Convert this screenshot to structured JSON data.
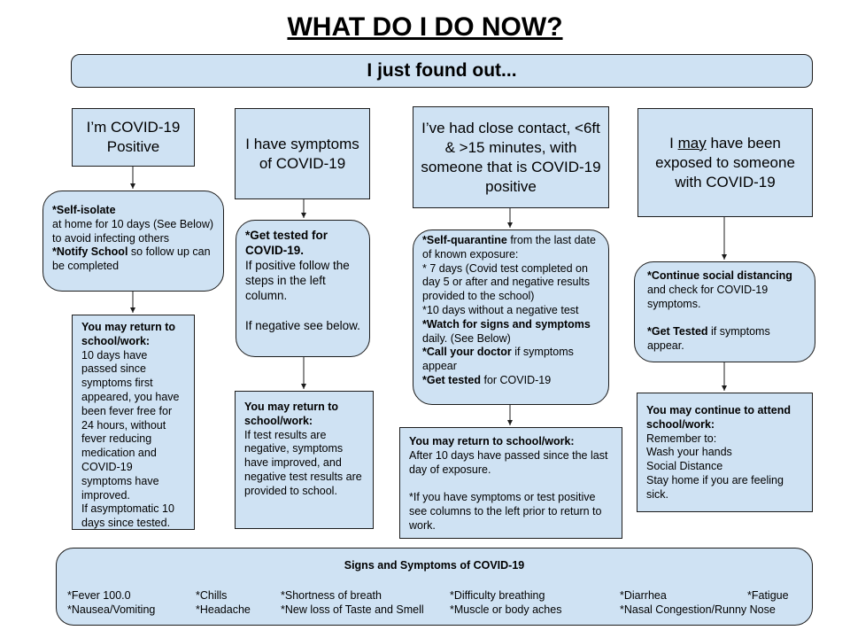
{
  "title": "WHAT DO I DO NOW?",
  "banner": "I just found out...",
  "columns": [
    {
      "heading": "I’m COVID-19 Positive",
      "steps": [
        [
          "*Self-isolate",
          "at home for 10 days (See Below) to avoid infecting others",
          "*Notify School",
          " so follow up can be completed"
        ],
        [
          "You may return to school/work:",
          "10 days have passed since symptoms first appeared, you have been fever free for 24 hours, without fever reducing medication and COVID-19 symptoms have improved.",
          "If asymptomatic 10 days since tested."
        ]
      ]
    },
    {
      "heading": "I have symptoms of COVID-19",
      "steps": [
        [
          "*Get tested for COVID-19.",
          "If positive follow the steps in the left column.",
          "If negative see below."
        ],
        [
          "You may return to school/work:",
          "If test results are negative, symptoms have improved, and negative test results are provided to school."
        ]
      ]
    },
    {
      "heading": "I’ve had close contact, <6ft & >15 minutes, with someone that is COVID-19 positive",
      "steps": [
        [
          "*Self-quarantine",
          " from the last date of known exposure:",
          "* 7 days (Covid test completed on day 5 or after and negative results provided to the school)",
          "*10 days without a negative test",
          "*Watch for signs and symptoms",
          " daily. (See Below)",
          "*Call your doctor",
          " if symptoms appear",
          "*Get tested",
          " for COVID-19"
        ],
        [
          "You may return to school/work:",
          "After 10 days have passed since the last day of exposure.",
          "*If you have symptoms or test positive see columns to the left prior to return to work."
        ]
      ]
    },
    {
      "heading_pre": "I ",
      "heading_em": "may",
      "heading_post": " have been exposed to someone with COVID-19",
      "steps": [
        [
          "*Continue social distancing",
          "and check for COVID-19 symptoms.",
          "*Get Tested",
          " if symptoms appear."
        ],
        [
          "You may continue to attend school/work:",
          "Remember to:",
          "Wash your hands",
          "Social Distance",
          "Stay home if you are feeling sick."
        ]
      ]
    }
  ],
  "symptoms": {
    "title": "Signs and Symptoms of COVID-19",
    "items": [
      "*Fever 100.0",
      "*Chills",
      "*Shortness of breath",
      "*Difficulty breathing",
      "*Diarrhea",
      "*Fatigue",
      "*Nausea/Vomiting",
      "*Headache",
      "*New loss of Taste and Smell",
      "*Muscle or body aches",
      "*Nasal Congestion/Runny Nose"
    ]
  },
  "colors": {
    "box_fill": "#cfe2f3",
    "border": "#1c1c1c"
  }
}
